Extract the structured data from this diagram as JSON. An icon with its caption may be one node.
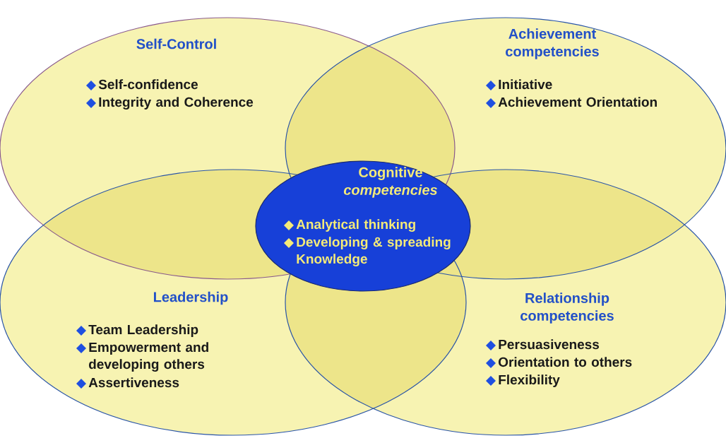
{
  "diagram": {
    "nodes": [
      {
        "text": [
          "Self-Control",
          "Self-confidence",
          "Integrity and Coherence"
        ]
      },
      {
        "text": [
          "Achievement competencies",
          "Initiative",
          "Achievement Orientation"
        ]
      },
      {
        "text": [
          "Cognitive *competencies*",
          "Analytical thinking",
          "Developing & spreading Knowledge"
        ]
      },
      {
        "text": [
          "Leadership",
          "Team Leadership",
          "Empowerment and developing others",
          "Assertiveness"
        ]
      },
      {
        "text": [
          "Relationship competencies",
          "Persuasiveness",
          "Orientation to others",
          "Flexibility"
        ]
      }
    ]
  }
}
